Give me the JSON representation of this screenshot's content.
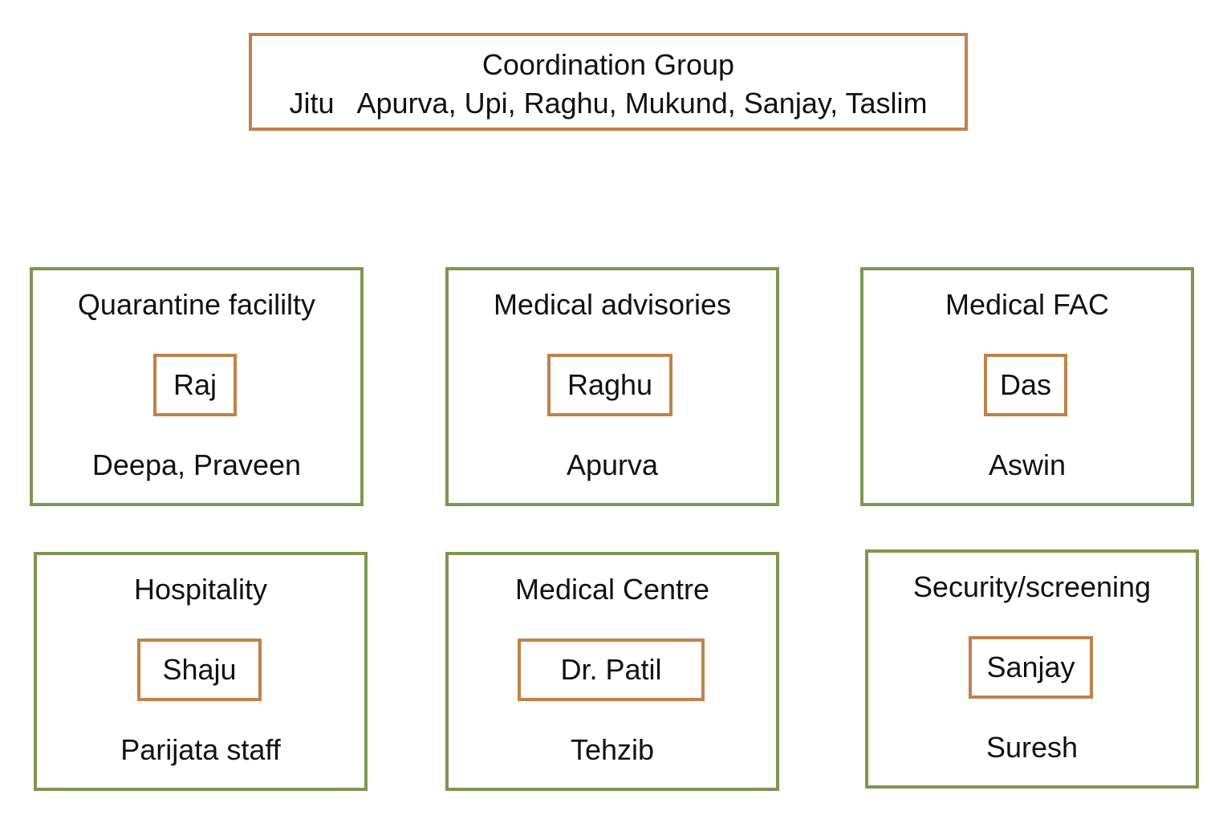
{
  "coordination": {
    "title": "Coordination Group",
    "members": "Jitu   Apurva, Upi, Raghu, Mukund, Sanjay, Taslim"
  },
  "groups": [
    {
      "title": "Quarantine facililty",
      "lead": "Raj",
      "members": "Deepa, Praveen"
    },
    {
      "title": "Medical advisories",
      "lead": "Raghu",
      "members": "Apurva"
    },
    {
      "title": "Medical FAC",
      "lead": "Das",
      "members": "Aswin"
    },
    {
      "title": "Hospitality",
      "lead": "Shaju",
      "members": "Parijata staff"
    },
    {
      "title": "Medical Centre",
      "lead": "Dr. Patil",
      "members": "Tehzib"
    },
    {
      "title": "Security/screening",
      "lead": "Sanjay",
      "members": "Suresh"
    }
  ],
  "colors": {
    "coordination_border": "#c0824a",
    "group_border": "#7f9650",
    "lead_border": "#c0824a"
  }
}
